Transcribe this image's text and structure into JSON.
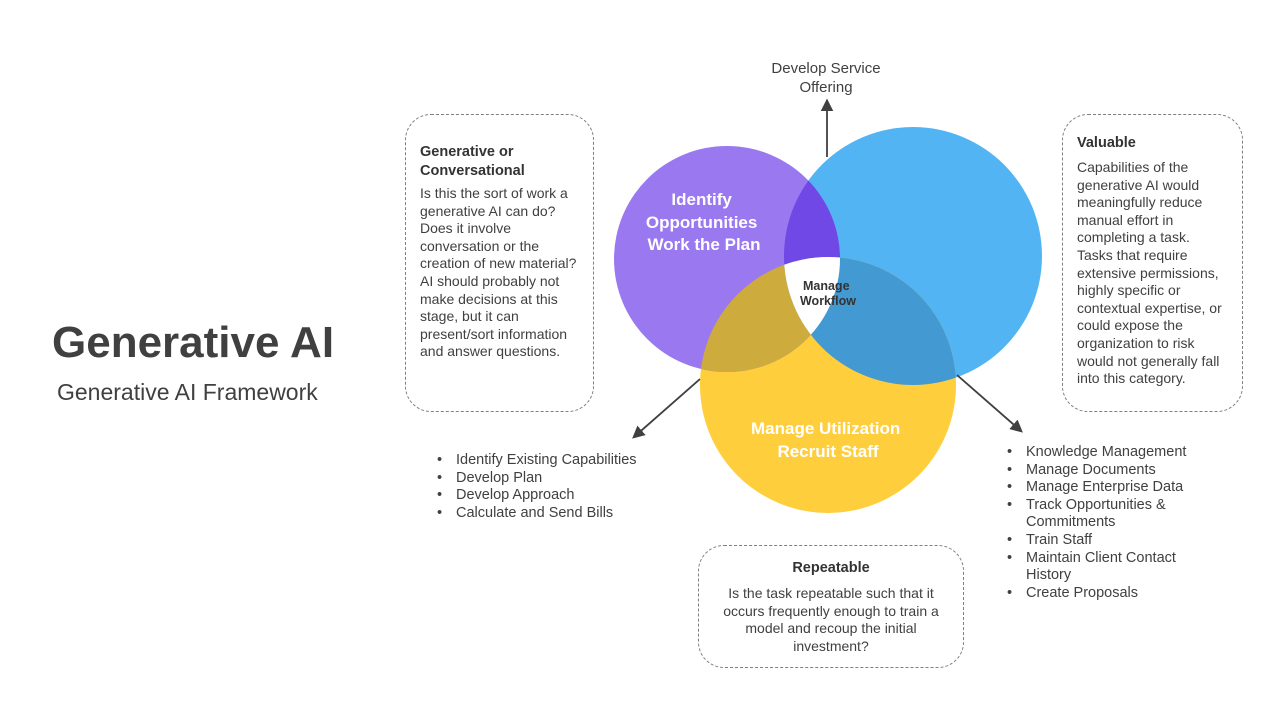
{
  "header": {
    "title": "Generative AI",
    "subtitle": "Generative AI Framework"
  },
  "top_label": {
    "line1": "Develop Service",
    "line2": "Offering"
  },
  "circles": {
    "purple": {
      "line1": "Identify",
      "line2": "Opportunities",
      "line3": "Work the Plan",
      "color": "#9A79F0"
    },
    "blue": {
      "color": "#53B4F4"
    },
    "yellow": {
      "line1": "Manage Utilization",
      "line2": "Recruit Staff",
      "color": "#FFCE3C"
    },
    "center": {
      "line1": "Manage",
      "line2": "Workflow"
    }
  },
  "overlap_colors": {
    "purple_blue": "#7048E6",
    "purple_yellow": "#CEAB3D",
    "blue_yellow": "#4399D1"
  },
  "boxes": {
    "left": {
      "title_line1": "Generative or",
      "title_line2": "Conversational",
      "text": "Is this the sort of work a generative AI can do? Does it involve conversation or the creation of new material? AI should probably not make decisions at this stage, but it can present/sort information and answer questions."
    },
    "right": {
      "title": "Valuable",
      "text": "Capabilities of the generative AI would meaningfully reduce manual effort in completing a task. Tasks that require extensive permissions, highly specific or contextual expertise, or could expose the organization to risk would not generally fall into this category."
    },
    "bottom": {
      "title": "Repeatable",
      "text": "Is the task repeatable such that it occurs frequently enough to train a model and recoup the initial investment?"
    }
  },
  "list_left": [
    "Identify Existing Capabilities",
    "Develop Plan",
    "Develop Approach",
    "Calculate and Send Bills"
  ],
  "list_right": [
    "Knowledge Management",
    "Manage Documents",
    "Manage Enterprise Data",
    "Track Opportunities & Commitments",
    "Train Staff",
    "Maintain Client Contact History",
    "Create Proposals"
  ]
}
